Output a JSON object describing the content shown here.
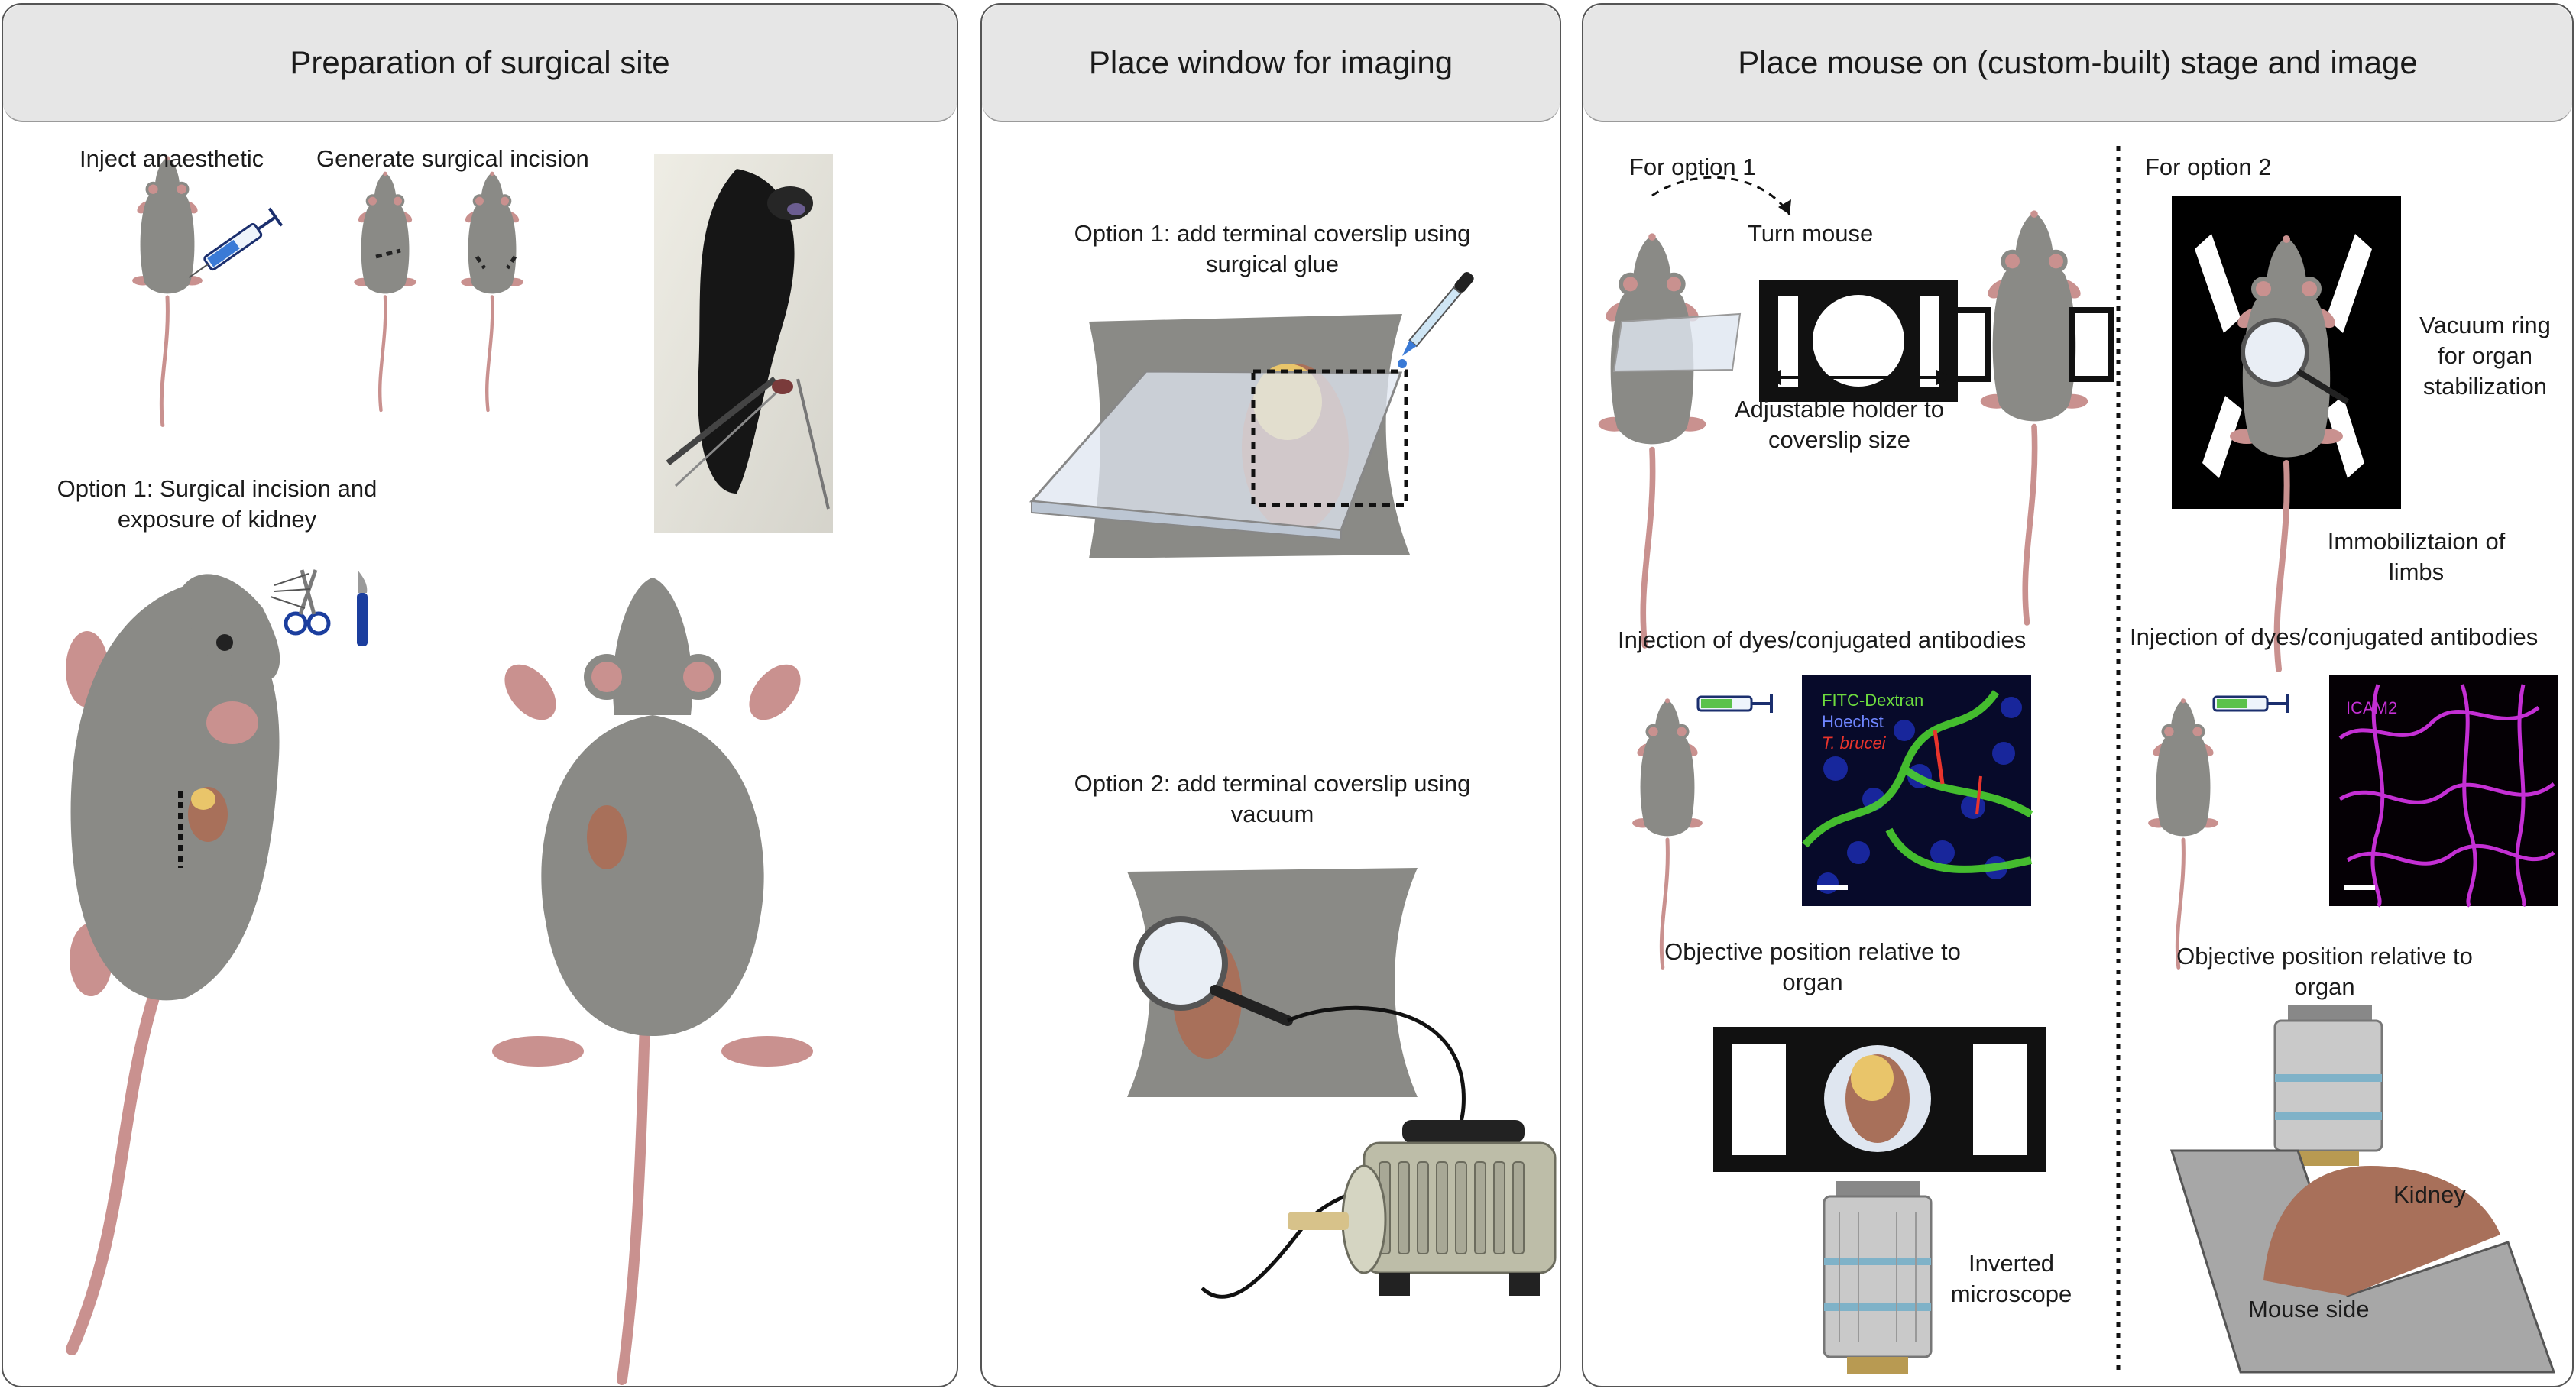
{
  "panels": [
    {
      "title": "Preparation of surgical site",
      "labels": {
        "inject": "Inject anaesthetic",
        "incision": "Generate surgical incision",
        "option1": "Option 1: Surgical incision and exposure of kidney"
      }
    },
    {
      "title": "Place window for imaging",
      "labels": {
        "option1": "Option 1: add terminal coverslip using surgical glue",
        "option2": "Option 2: add terminal coverslip using vacuum"
      }
    },
    {
      "title": "Place mouse on (custom-built) stage and image",
      "labels": {
        "for_option1": "For option 1",
        "turn_mouse": "Turn mouse",
        "adjustable_holder": "Adjustable holder to coverslip size",
        "injection_left": "Injection of dyes/conjugated antibodies",
        "objective_left": "Objective position relative to organ",
        "inverted_microscope": "Inverted microscope",
        "for_option2": "For option 2",
        "vacuum_ring": "Vacuum ring for organ stabilization",
        "immobilization": "Immobiliztaion of limbs",
        "injection_right": "Injection of dyes/conjugated antibodies",
        "objective_right": "Objective position relative to organ",
        "kidney": "Kidney",
        "mouse_side": "Mouse side"
      },
      "micrograph_left": {
        "line1": "FITC-Dextran",
        "line2": "Hoechst",
        "line3": "T. brucei"
      },
      "micrograph_right": {
        "line1": "ICAM2"
      }
    }
  ],
  "colors": {
    "mouse_body": "#8a8a86",
    "mouse_dark": "#6f6f6b",
    "mouse_tail": "#c9918f",
    "kidney": "#a8705a",
    "header_bg": "#e6e6e6",
    "fitc_green": "#6ddc3e",
    "hoechst_blue": "#2b46e8",
    "brucei_red": "#e8342c",
    "icam2_magenta": "#c42fd4"
  },
  "icons": [
    "syringe-icon",
    "scissors-icon",
    "scalpel-icon",
    "dropper-icon",
    "magnifier-icon",
    "vacuum-pump-icon",
    "objective-lens-icon"
  ]
}
